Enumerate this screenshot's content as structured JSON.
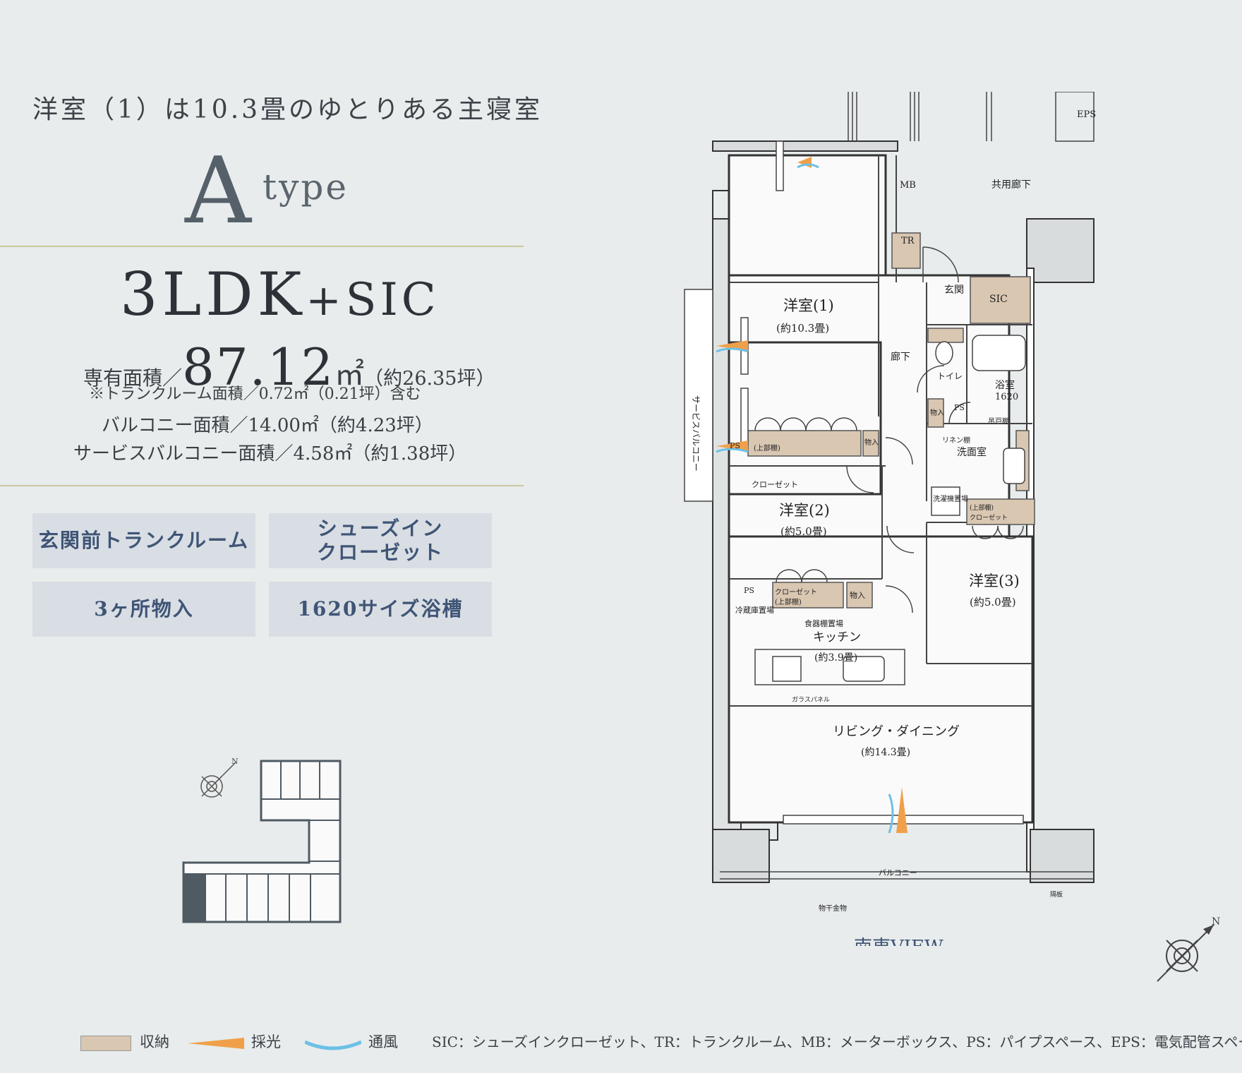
{
  "headline": "洋室（1）は10.3畳のゆとりある主寝室",
  "type_letter": "A",
  "type_word": "type",
  "layout_main": "3LDK",
  "layout_plus": "+",
  "layout_suffix": "SIC",
  "area": {
    "label": "専有面積／",
    "value": "87.12",
    "unit": "㎡",
    "tsubo": "（約26.35坪）",
    "note": "※トランクルーム面積／0.72㎡（0.21坪）含む",
    "balcony": "バルコニー面積／14.00㎡（約4.23坪）",
    "service_balcony": "サービスバルコニー面積／4.58㎡（約1.38坪）"
  },
  "features": {
    "f1": "玄関前トランクルーム",
    "f2a": "シューズイン",
    "f2b": "クローゼット",
    "f3": "3ヶ所物入",
    "f4": "1620サイズ浴槽"
  },
  "plan": {
    "eps": "EPS",
    "mb": "MB",
    "tr": "TR",
    "corridor_shared": "共用廊下",
    "genkan": "玄関",
    "sic": "SIC",
    "room1": "洋室(1)",
    "room1_size": "(約10.3畳)",
    "room2": "洋室(2)",
    "room2_size": "(約5.0畳)",
    "room3": "洋室(3)",
    "room3_size": "(約5.0畳)",
    "hallway": "廊下",
    "toilet": "トイレ",
    "tsuri": "吊戸棚",
    "bath": "浴室",
    "bath_size": "1620",
    "ps": "PS",
    "monoire": "物入",
    "linen": "リネン棚",
    "washroom": "洗面室",
    "washer": "洗濯機置場",
    "closet": "クローゼット",
    "upper_shelf": "(上部棚)",
    "service_balcony": "サービスバルコニー",
    "fridge": "冷蔵庫置場",
    "dish": "食器棚置場",
    "kitchen": "キッチン",
    "kitchen_size": "(約3.9畳)",
    "glass": "ガラスパネル",
    "living": "リビング・ダイニング",
    "living_size": "(約14.3畳)",
    "balcony": "バルコニー",
    "drying": "物干金物",
    "partition": "隔板",
    "view": "南東VIEW",
    "north": "N"
  },
  "legend": {
    "storage": "収納",
    "light": "採光",
    "wind": "通風",
    "abbr": "SIC：シューズインクローゼット、TR：トランクルーム、MB：メーターボックス、PS：パイプスペース、EPS：電気配管スペース"
  },
  "colors": {
    "background": "#e8ecec",
    "storage": "#d9c7b2",
    "light": "#f0a04a",
    "wind": "#6cc0e6",
    "feature_text": "#3f5576",
    "rule": "#cbc6a0"
  }
}
